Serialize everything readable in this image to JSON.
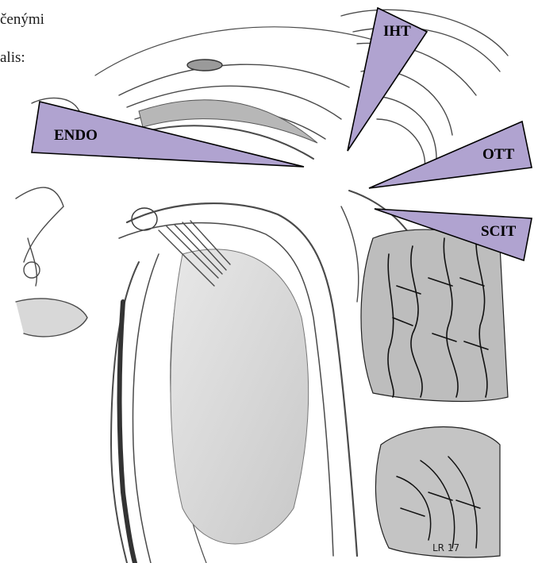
{
  "text_fragments": [
    "čenými",
    "alis:"
  ],
  "labels": {
    "ihtLabel": "IHT",
    "endoLabel": "ENDO",
    "ottLabel": "OTT",
    "scitLabel": "SCIT"
  },
  "signature": "LR 17",
  "colors": {
    "pointer_fill": "#b0a3d0",
    "pointer_stroke": "#000000",
    "pencil": "#4a4a4a",
    "shade": "#9a9a9a"
  }
}
